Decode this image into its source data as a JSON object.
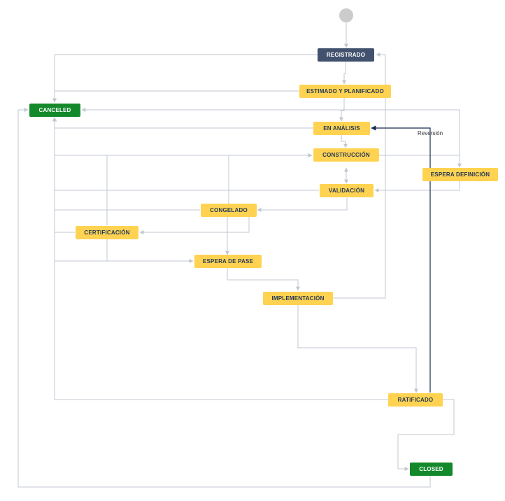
{
  "workflow": {
    "states": {
      "registrado": "REGISTRADO",
      "estimado": "ESTIMADO Y PLANIFICADO",
      "canceled": "CANCELED",
      "en_analisis": "EN ANÁLISIS",
      "construccion": "CONSTRUCCIÓN",
      "espera_definicion": "ESPERA DEFINICIÓN",
      "validacion": "VALIDACIÓN",
      "congelado": "CONGELADO",
      "certificacion": "CERTIFICACIÓN",
      "espera_pase": "ESPERA DE PASE",
      "implementacion": "IMPLEMENTACIÓN",
      "ratificado": "RATIFICADO",
      "closed": "CLOSED"
    },
    "transition_labels": {
      "reversion": "Reversión"
    },
    "colors": {
      "in_progress": "#ffd351",
      "to_do": "#42526e",
      "done": "#14892c",
      "connector": "#c1c7d0",
      "highlight_connector": "#172b4d",
      "start": "#cccccc"
    }
  }
}
